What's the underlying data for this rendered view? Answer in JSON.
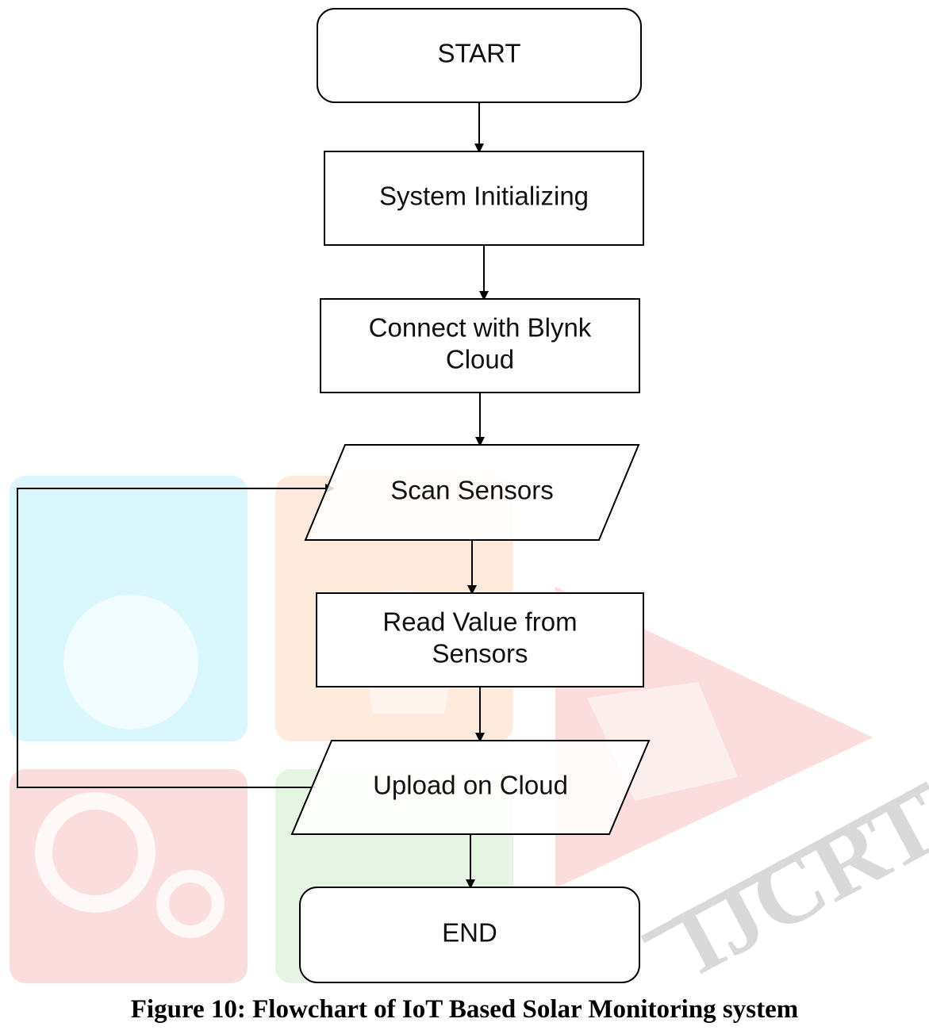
{
  "figure": {
    "caption": "Figure 10: Flowchart of IoT Based Solar Monitoring system"
  },
  "watermark": {
    "text": "IJCRT",
    "colors": {
      "cyan": "#c9f4fb",
      "orange": "#fde3cf",
      "red": "#f9cfcf",
      "green": "#dcf0d8",
      "gray": "#d9d9d9"
    }
  },
  "flowchart": {
    "nodes": [
      {
        "id": "start",
        "shape": "rounded-rect",
        "lines": [
          "START"
        ]
      },
      {
        "id": "init",
        "shape": "rect",
        "lines": [
          "System Initializing"
        ]
      },
      {
        "id": "connect",
        "shape": "rect",
        "lines": [
          "Connect with Blynk",
          "Cloud"
        ]
      },
      {
        "id": "scan",
        "shape": "parallelogram",
        "lines": [
          "Scan Sensors"
        ]
      },
      {
        "id": "read",
        "shape": "rect",
        "lines": [
          "Read Value from",
          "Sensors"
        ]
      },
      {
        "id": "upload",
        "shape": "parallelogram",
        "lines": [
          "Upload on Cloud"
        ]
      },
      {
        "id": "end",
        "shape": "rounded-rect",
        "lines": [
          "END"
        ]
      }
    ],
    "edges": [
      {
        "from": "start",
        "to": "init"
      },
      {
        "from": "init",
        "to": "connect"
      },
      {
        "from": "connect",
        "to": "scan"
      },
      {
        "from": "scan",
        "to": "read"
      },
      {
        "from": "read",
        "to": "upload"
      },
      {
        "from": "upload",
        "to": "end"
      },
      {
        "from": "upload",
        "to": "scan",
        "loop": true
      }
    ]
  }
}
